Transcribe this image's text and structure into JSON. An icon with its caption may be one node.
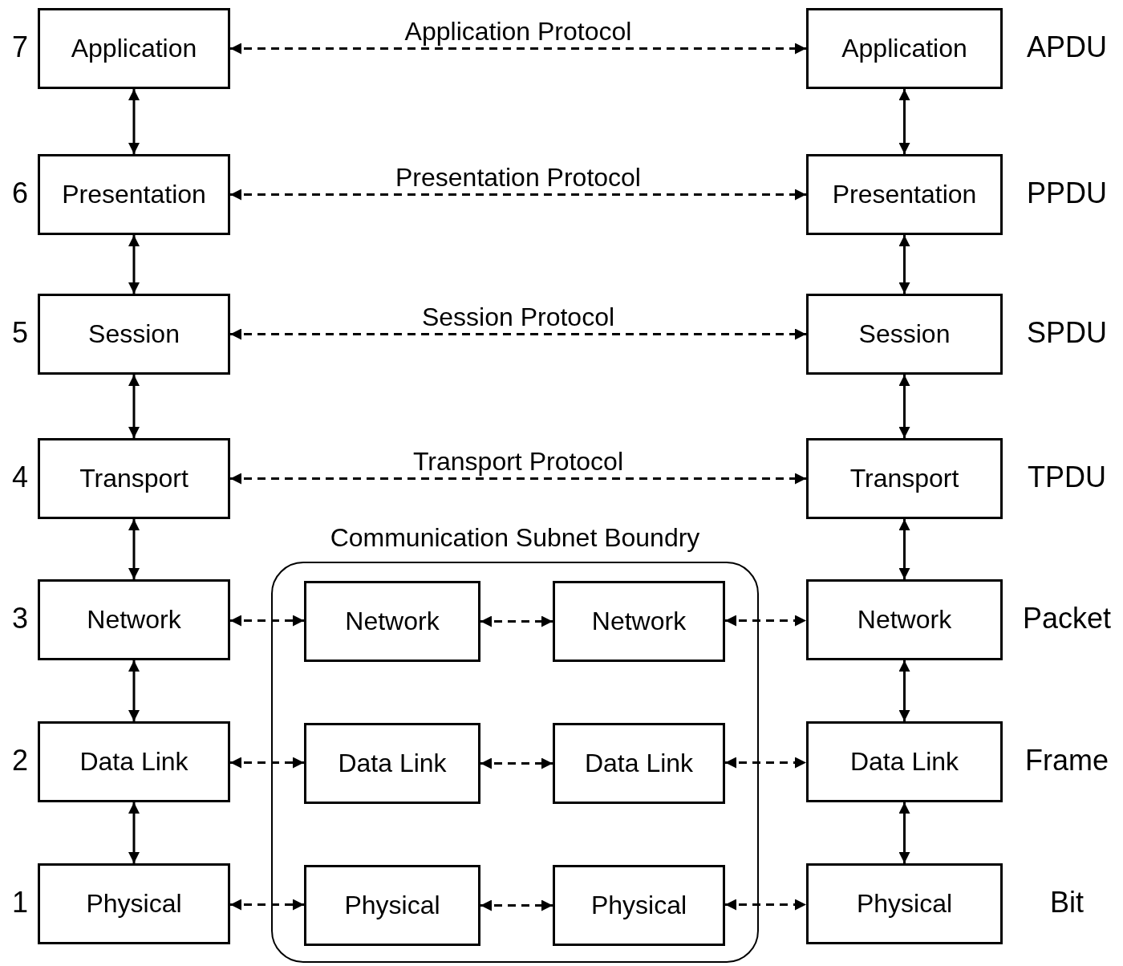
{
  "diagram": {
    "nodes": [
      {
        "text": [
          "Application"
        ]
      },
      {
        "text": [
          "Presentation"
        ]
      },
      {
        "text": [
          "Session"
        ]
      },
      {
        "text": [
          "Transport"
        ]
      },
      {
        "text": [
          "Network"
        ]
      },
      {
        "text": [
          "Data Link"
        ]
      },
      {
        "text": [
          "Physical"
        ]
      },
      {
        "text": [
          "Communication Subnet Boundry"
        ]
      },
      {
        "text": [
          "Network"
        ],
        "in": 7
      },
      {
        "text": [
          "Network"
        ],
        "in": 7
      },
      {
        "text": [
          "Data Link"
        ],
        "in": 7
      },
      {
        "text": [
          "Data Link"
        ],
        "in": 7
      },
      {
        "text": [
          "Physical"
        ],
        "in": 7
      },
      {
        "text": [
          "Physical"
        ],
        "in": 7
      },
      {
        "text": [
          "Application"
        ]
      },
      {
        "text": [
          "Presentation"
        ]
      },
      {
        "text": [
          "Session"
        ]
      },
      {
        "text": [
          "Transport"
        ]
      },
      {
        "text": [
          "Network"
        ]
      },
      {
        "text": [
          "Data Link"
        ]
      },
      {
        "text": [
          "Physical"
        ]
      }
    ],
    "edges": [
      {
        "from": 0,
        "to": 1,
        "arrow": "both"
      },
      {
        "from": 1,
        "to": 2,
        "arrow": "both"
      },
      {
        "from": 2,
        "to": 3,
        "arrow": "both"
      },
      {
        "from": 3,
        "to": 4,
        "arrow": "both"
      },
      {
        "from": 4,
        "to": 5,
        "arrow": "both"
      },
      {
        "from": 5,
        "to": 6,
        "arrow": "both"
      },
      {
        "from": 14,
        "to": 15,
        "arrow": "both"
      },
      {
        "from": 15,
        "to": 16,
        "arrow": "both"
      },
      {
        "from": 16,
        "to": 17,
        "arrow": "both"
      },
      {
        "from": 17,
        "to": 18,
        "arrow": "both"
      },
      {
        "from": 18,
        "to": 19,
        "arrow": "both"
      },
      {
        "from": 19,
        "to": 20,
        "arrow": "both"
      },
      {
        "from": 0,
        "to": 14,
        "arrow": "both",
        "label": "Application Protocol",
        "style": "dashed"
      },
      {
        "from": 1,
        "to": 15,
        "arrow": "both",
        "label": "Presentation Protocol",
        "style": "dashed"
      },
      {
        "from": 2,
        "to": 16,
        "arrow": "both",
        "label": "Session Protocol",
        "style": "dashed"
      },
      {
        "from": 3,
        "to": 17,
        "arrow": "both",
        "label": "Transport Protocol",
        "style": "dashed"
      },
      {
        "from": 4,
        "to": 8,
        "arrow": "both",
        "style": "dashed"
      },
      {
        "from": 8,
        "to": 9,
        "arrow": "both",
        "style": "dashed"
      },
      {
        "from": 9,
        "to": 18,
        "arrow": "both",
        "style": "dashed"
      },
      {
        "from": 5,
        "to": 10,
        "arrow": "both",
        "style": "dashed"
      },
      {
        "from": 10,
        "to": 11,
        "arrow": "both",
        "style": "dashed"
      },
      {
        "from": 11,
        "to": 19,
        "arrow": "both",
        "style": "dashed"
      },
      {
        "from": 6,
        "to": 12,
        "arrow": "both",
        "style": "dashed"
      },
      {
        "from": 12,
        "to": 13,
        "arrow": "both",
        "style": "dashed"
      },
      {
        "from": 13,
        "to": 20,
        "arrow": "both",
        "style": "dashed"
      }
    ],
    "labels": [
      "7",
      "APDU",
      "6",
      "PPDU",
      "5",
      "SPDU",
      "4",
      "TPDU",
      "3",
      "Packet",
      "2",
      "Frame",
      "1",
      "Bit"
    ]
  }
}
